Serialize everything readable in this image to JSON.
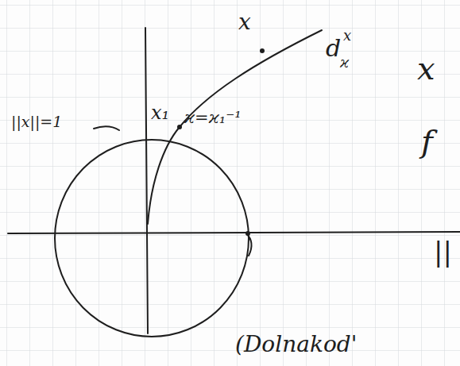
{
  "diagram": {
    "labels": [
      "||x||=1",
      "x₁",
      "x",
      "d",
      "ϰ",
      "x",
      "ϰ=ϰ₁⁻¹",
      "x",
      "f",
      "||",
      "(Dolnakod'"
    ]
  }
}
